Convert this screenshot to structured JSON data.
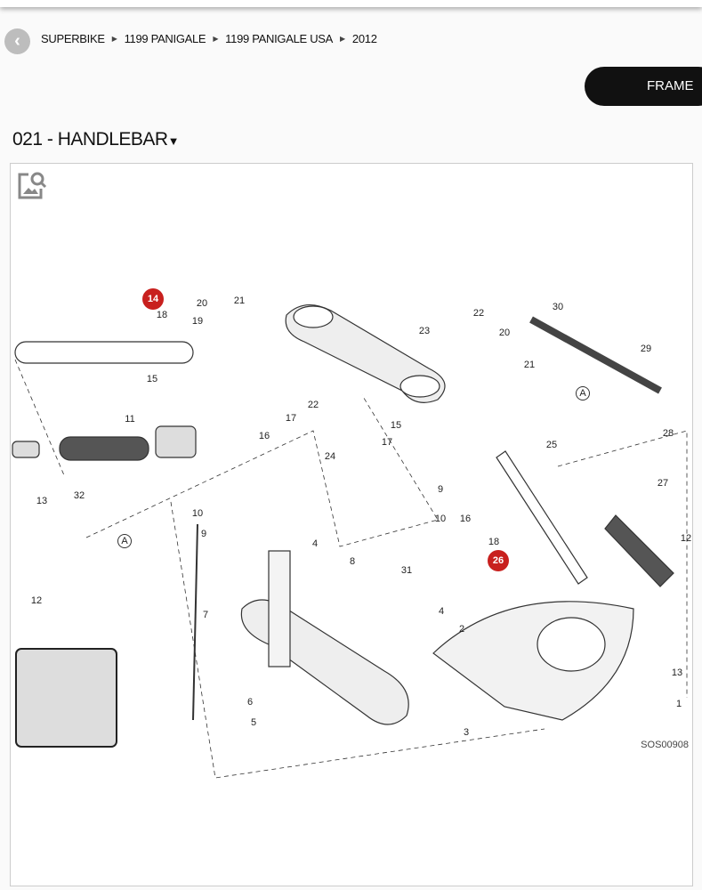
{
  "breadcrumb": [
    "SUPERBIKE",
    "1199 PANIGALE",
    "1199 PANIGALE USA",
    "2012"
  ],
  "frame_button": "FRAME",
  "page_title": "021 - HANDLEBAR",
  "diagram": {
    "code": "SOS00908",
    "highlighted": [
      "14",
      "26"
    ],
    "callouts": [
      "18",
      "20",
      "21",
      "19",
      "15",
      "17",
      "16",
      "11",
      "13",
      "32",
      "22",
      "23",
      "22",
      "24",
      "15",
      "17",
      "9",
      "10",
      "16",
      "20",
      "21",
      "25",
      "30",
      "29",
      "A",
      "28",
      "27",
      "12",
      "13",
      "18",
      "10",
      "9",
      "4",
      "8",
      "31",
      "7",
      "6",
      "5",
      "4",
      "2",
      "1",
      "3",
      "A",
      "12"
    ]
  },
  "accent": "#c8201e"
}
